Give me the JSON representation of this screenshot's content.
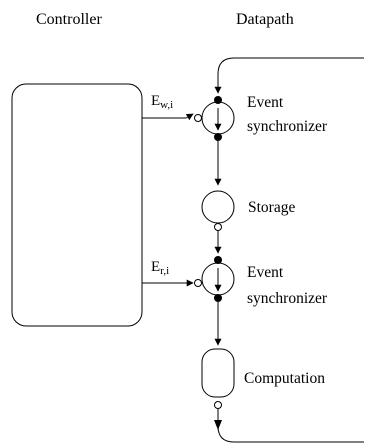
{
  "headers": {
    "controller": "Controller",
    "datapath": "Datapath"
  },
  "signals": {
    "write": {
      "base": "E",
      "sub": "w,i"
    },
    "read": {
      "base": "E",
      "sub": "r,i"
    }
  },
  "nodes": {
    "sync_top": [
      "Event",
      "synchronizer"
    ],
    "storage": "Storage",
    "sync_bottom": [
      "Event",
      "synchronizer"
    ],
    "computation": "Computation"
  }
}
